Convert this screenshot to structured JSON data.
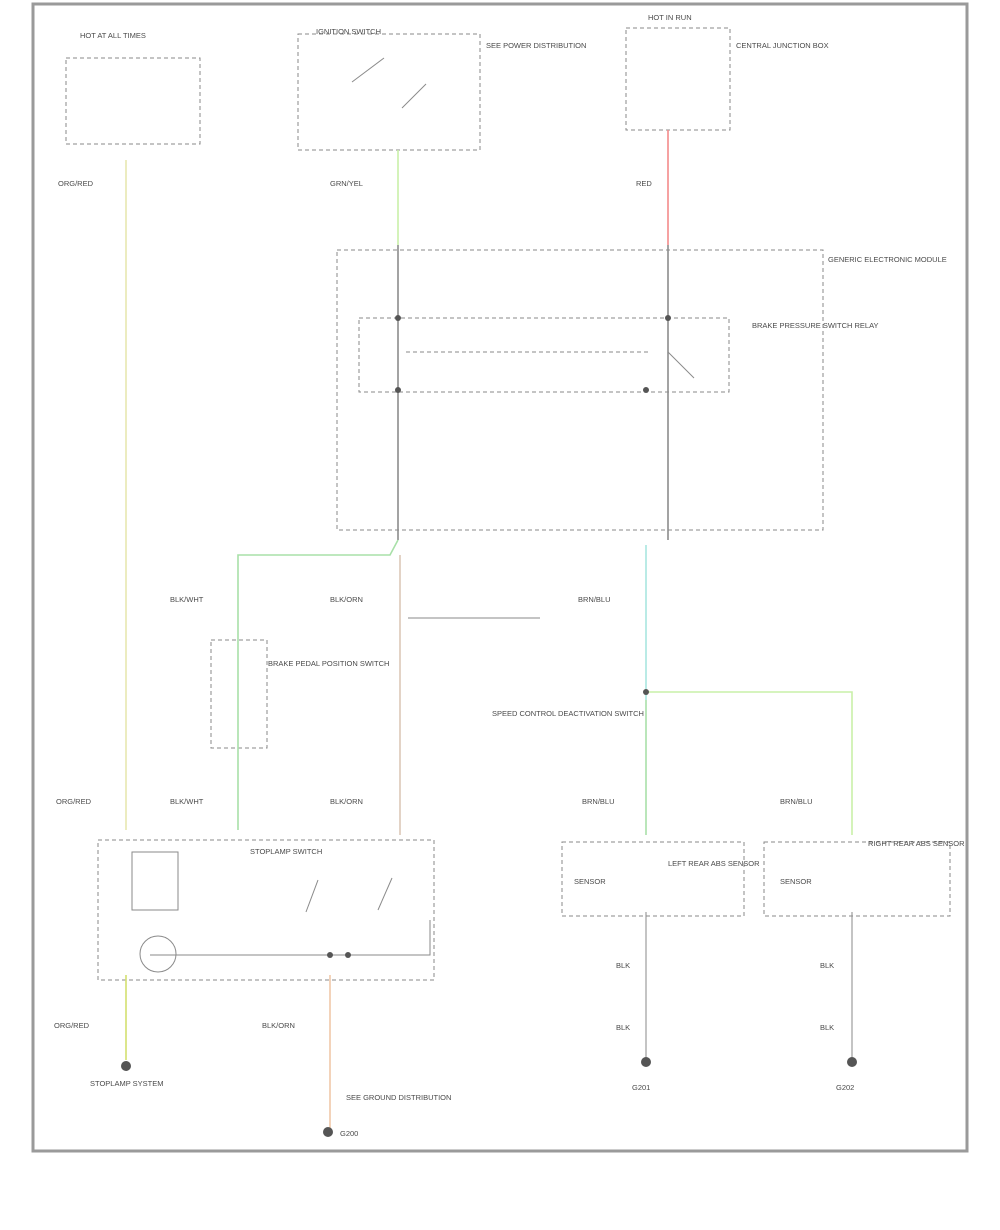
{
  "diagram_label": "",
  "colors": {
    "wire_gray": "#8c8c8c",
    "wire_yellow": "#e8e8b0",
    "wire_light_green": "#c9f0a8",
    "wire_red": "#f48a8a",
    "wire_green": "#a8e0a8",
    "wire_tan": "#dcc8b8",
    "wire_cyan": "#a8e6e0",
    "wire_orange": "#f0c8a8",
    "wire_olive": "#d4e070"
  },
  "labels": [
    {
      "id": "hot-at-all-times-fuse",
      "text": "HOT AT ALL TIMES"
    },
    {
      "id": "ignition-switch-title",
      "text": "IGNITION SWITCH"
    },
    {
      "id": "ignition-switch-desc",
      "text": "SEE POWER DISTRIBUTION"
    },
    {
      "id": "hot-in-run-fuse",
      "text": "HOT IN RUN"
    },
    {
      "id": "fuse-desc",
      "text": "CENTRAL JUNCTION BOX"
    },
    {
      "id": "wire-color-1",
      "text": "ORG/RED"
    },
    {
      "id": "wire-color-2",
      "text": "GRN/YEL"
    },
    {
      "id": "wire-color-3",
      "text": "RED"
    },
    {
      "id": "gem-module",
      "text": "GENERIC ELECTRONIC MODULE"
    },
    {
      "id": "relay-label",
      "text": "BRAKE PRESSURE SWITCH RELAY"
    },
    {
      "id": "wire-color-4",
      "text": "BLK/WHT"
    },
    {
      "id": "wire-color-5",
      "text": "BLK/ORN"
    },
    {
      "id": "wire-color-6",
      "text": "BRN/BLU"
    },
    {
      "id": "brake-switch-desc",
      "text": "BRAKE PEDAL POSITION SWITCH"
    },
    {
      "id": "splice-desc",
      "text": "SPEED CONTROL DEACTIVATION SWITCH"
    },
    {
      "id": "wire-color-7",
      "text": "ORG/RED"
    },
    {
      "id": "wire-color-8",
      "text": "BLK/WHT"
    },
    {
      "id": "wire-color-9",
      "text": "BLK/ORN"
    },
    {
      "id": "wire-color-10",
      "text": "BRN/BLU"
    },
    {
      "id": "wire-color-11",
      "text": "BRN/BLU"
    },
    {
      "id": "stoplamp-switch-label",
      "text": "STOPLAMP SWITCH"
    },
    {
      "id": "sensor-1-label",
      "text": "LEFT REAR ABS SENSOR"
    },
    {
      "id": "sensor-2-label",
      "text": "RIGHT REAR ABS SENSOR"
    },
    {
      "id": "sensor-1-tag",
      "text": "SENSOR"
    },
    {
      "id": "sensor-2-tag",
      "text": "SENSOR"
    },
    {
      "id": "ground-wire-1",
      "text": "BLK"
    },
    {
      "id": "ground-wire-2",
      "text": "BLK"
    },
    {
      "id": "ground-wire-3",
      "text": "BLK"
    },
    {
      "id": "ground-wire-4",
      "text": "BLK"
    },
    {
      "id": "bottom-wire-1",
      "text": "ORG/RED"
    },
    {
      "id": "bottom-wire-2",
      "text": "BLK/ORN"
    },
    {
      "id": "bottom-left-dest",
      "text": "STOPLAMP SYSTEM"
    },
    {
      "id": "bottom-mid-dest",
      "text": "SEE GROUND DISTRIBUTION"
    },
    {
      "id": "ground-1-label",
      "text": "G200"
    },
    {
      "id": "ground-2-label",
      "text": "G201"
    },
    {
      "id": "ground-3-label",
      "text": "G202"
    }
  ]
}
